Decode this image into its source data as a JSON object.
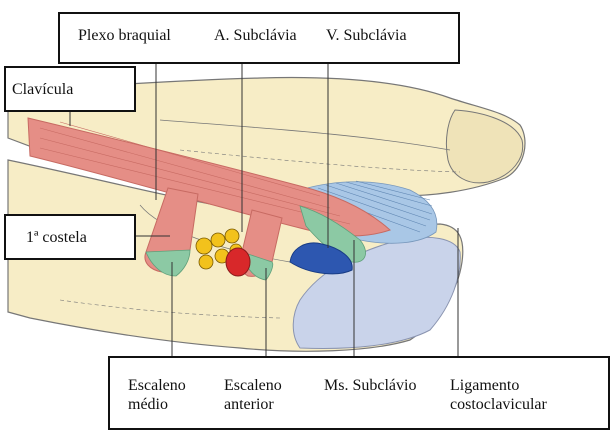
{
  "labels": {
    "plexo_braquial": "Plexo braquial",
    "a_subclavia": "A. Subclávia",
    "v_subclavia": "V. Subclávia",
    "clavicula": "Clavícula",
    "primeira_costela": "1ª costela",
    "escaleno_medio_line1": "Escaleno",
    "escaleno_medio_line2": "médio",
    "escaleno_anterior_line1": "Escaleno",
    "escaleno_anterior_line2": "anterior",
    "ms_subclavio": "Ms. Subclávio",
    "ligamento_line1": "Ligamento",
    "ligamento_line2": "costoclavicular"
  },
  "colors": {
    "bone": "#f7edc6",
    "bone_outline": "#777777",
    "muscle": "#e58e86",
    "muscle_dark": "#c76a62",
    "tendon": "#8cc9a4",
    "ligament": "#a9c7e6",
    "rib_medial": "#c9d3ea",
    "vein": "#2d57b0",
    "artery": "#d8282a",
    "plexus": "#f2c21c"
  }
}
